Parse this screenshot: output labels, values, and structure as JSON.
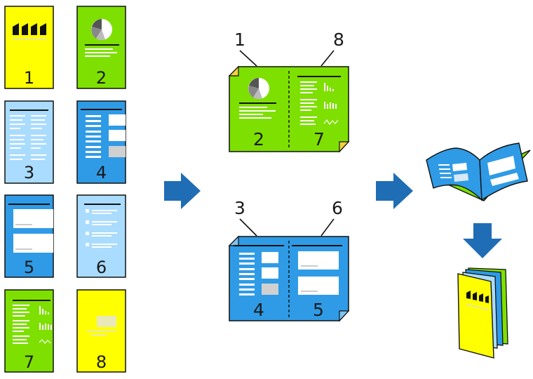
{
  "diagram": {
    "source_pages": [
      {
        "label": "1",
        "color": "#ffff00",
        "content": "cover"
      },
      {
        "label": "2",
        "color": "#7ee000",
        "content": "pie"
      },
      {
        "label": "3",
        "color": "#a9dcff",
        "content": "two-column-text"
      },
      {
        "label": "4",
        "color": "#2f9be6",
        "content": "text-and-boxes"
      },
      {
        "label": "5",
        "color": "#2f9be6",
        "content": "two-boxes"
      },
      {
        "label": "6",
        "color": "#a9dcff",
        "content": "bullet-list"
      },
      {
        "label": "7",
        "color": "#7ee000",
        "content": "text-and-charts"
      },
      {
        "label": "8",
        "color": "#ffff00",
        "content": "single-box"
      }
    ],
    "sheets": [
      {
        "top_left": "1",
        "top_right": "8",
        "left_page": "2",
        "right_page": "7",
        "color": "#7ee000"
      },
      {
        "top_left": "3",
        "top_right": "6",
        "left_page": "4",
        "right_page": "5",
        "color": "#2f9be6"
      }
    ],
    "colors": {
      "arrow": "#1f6db5",
      "yellow": "#ffff00",
      "green": "#7ee000",
      "light_blue": "#a9dcff",
      "blue": "#2f9be6",
      "outline": "#111111"
    },
    "icons": [
      "right-arrow-icon",
      "down-arrow-icon",
      "open-booklet-icon",
      "closed-booklet-icon"
    ]
  }
}
